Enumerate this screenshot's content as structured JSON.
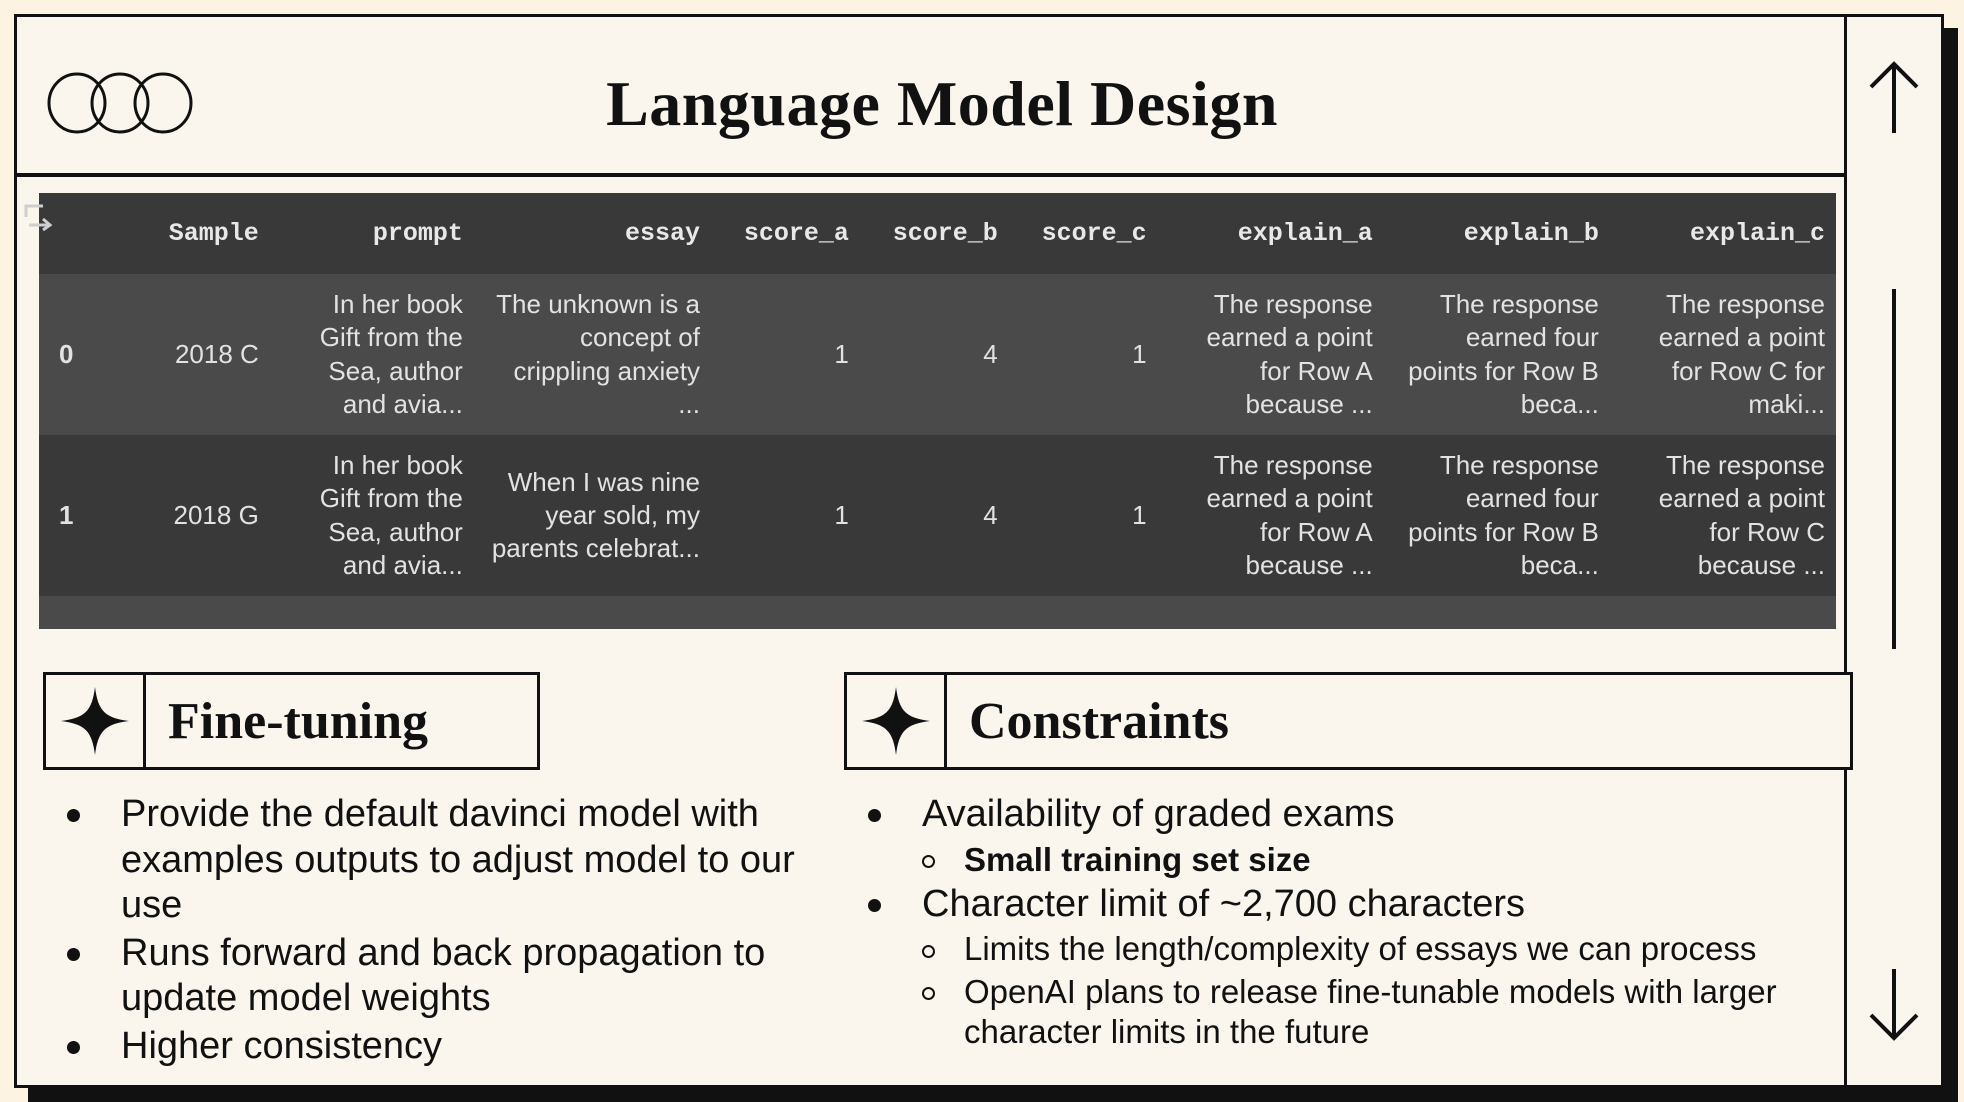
{
  "header": {
    "title": "Language Model Design",
    "logo_icon": "three-circles-logo"
  },
  "scrollbar": {
    "up_icon": "arrow-up-icon",
    "down_icon": "arrow-down-icon",
    "thumb": "scroll-thumb"
  },
  "dataframe": {
    "expand_icon": "open-in-new-icon",
    "index_header": "",
    "columns": [
      "Sample",
      "prompt",
      "essay",
      "score_a",
      "score_b",
      "score_c",
      "explain_a",
      "explain_b",
      "explain_c"
    ],
    "rows": [
      {
        "index": "0",
        "Sample": "2018 C",
        "prompt": "In her book Gift from the Sea, author and avia...",
        "essay": "The unknown is a concept of crippling anxiety ...",
        "score_a": "1",
        "score_b": "4",
        "score_c": "1",
        "explain_a": "The response earned a point for Row A because ...",
        "explain_b": "The response earned four points for Row B beca...",
        "explain_c": "The response earned a point for Row C for maki..."
      },
      {
        "index": "1",
        "Sample": "2018 G",
        "prompt": "In her book Gift from the Sea, author and avia...",
        "essay": "When I was nine year sold, my parents celebrat...",
        "score_a": "1",
        "score_b": "4",
        "score_c": "1",
        "explain_a": "The response earned a point for Row A because ...",
        "explain_b": "The response earned four points for Row B beca...",
        "explain_c": "The response earned a point for Row C because ..."
      }
    ]
  },
  "sections": [
    {
      "id": "fine-tuning",
      "icon": "sparkle-star-icon",
      "title": "Fine-tuning",
      "bullets": [
        {
          "level": 1,
          "bold": false,
          "text": "Provide the default davinci model with examples outputs to adjust model to our use"
        },
        {
          "level": 1,
          "bold": false,
          "text": "Runs forward and back propagation to update model weights"
        },
        {
          "level": 1,
          "bold": false,
          "text": "Higher consistency"
        }
      ]
    },
    {
      "id": "constraints",
      "icon": "sparkle-star-icon",
      "title": "Constraints",
      "bullets": [
        {
          "level": 1,
          "bold": false,
          "text": "Availability of graded exams"
        },
        {
          "level": 2,
          "bold": true,
          "text": "Small training set size"
        },
        {
          "level": 1,
          "bold": false,
          "text": "Character limit of ~2,700 characters"
        },
        {
          "level": 2,
          "bold": false,
          "text": "Limits the length/complexity of essays we can process"
        },
        {
          "level": 2,
          "bold": false,
          "text": "OpenAI plans to release fine-tunable models with larger character limits in the future"
        }
      ]
    }
  ],
  "colors": {
    "page_background": "#fdf3e3",
    "card_background": "#faf6ee",
    "ink": "#111111",
    "table_header_bg": "#393939",
    "table_row_odd_bg": "#4a4a4a",
    "table_row_even_bg": "#393939",
    "table_text": "#e2e2e2"
  }
}
